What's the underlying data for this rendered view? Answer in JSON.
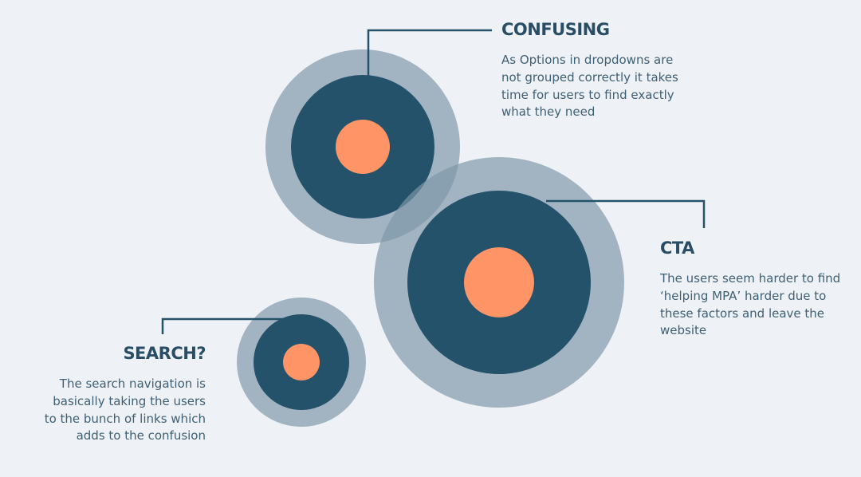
{
  "colors": {
    "background": "#eef2f6",
    "outer_ring": "#7d97a8",
    "inner_disc": "#24526b",
    "core": "#ff9466",
    "leader_line": "#24526b",
    "title": "#2a4d66",
    "body": "#3f5f74"
  },
  "callouts": {
    "confusing": {
      "title": "CONFUSING",
      "body": "As Options in dropdowns are not grouped correctly it takes time for users to find exactly what they need"
    },
    "cta": {
      "title": "CTA",
      "body": "The users seem harder to find ‘helping MPA’  harder due to these factors and leave the website"
    },
    "search": {
      "title": "SEARCH?",
      "body": "The search navigation is basically taking the users to the bunch of links which adds to the confusion"
    }
  }
}
